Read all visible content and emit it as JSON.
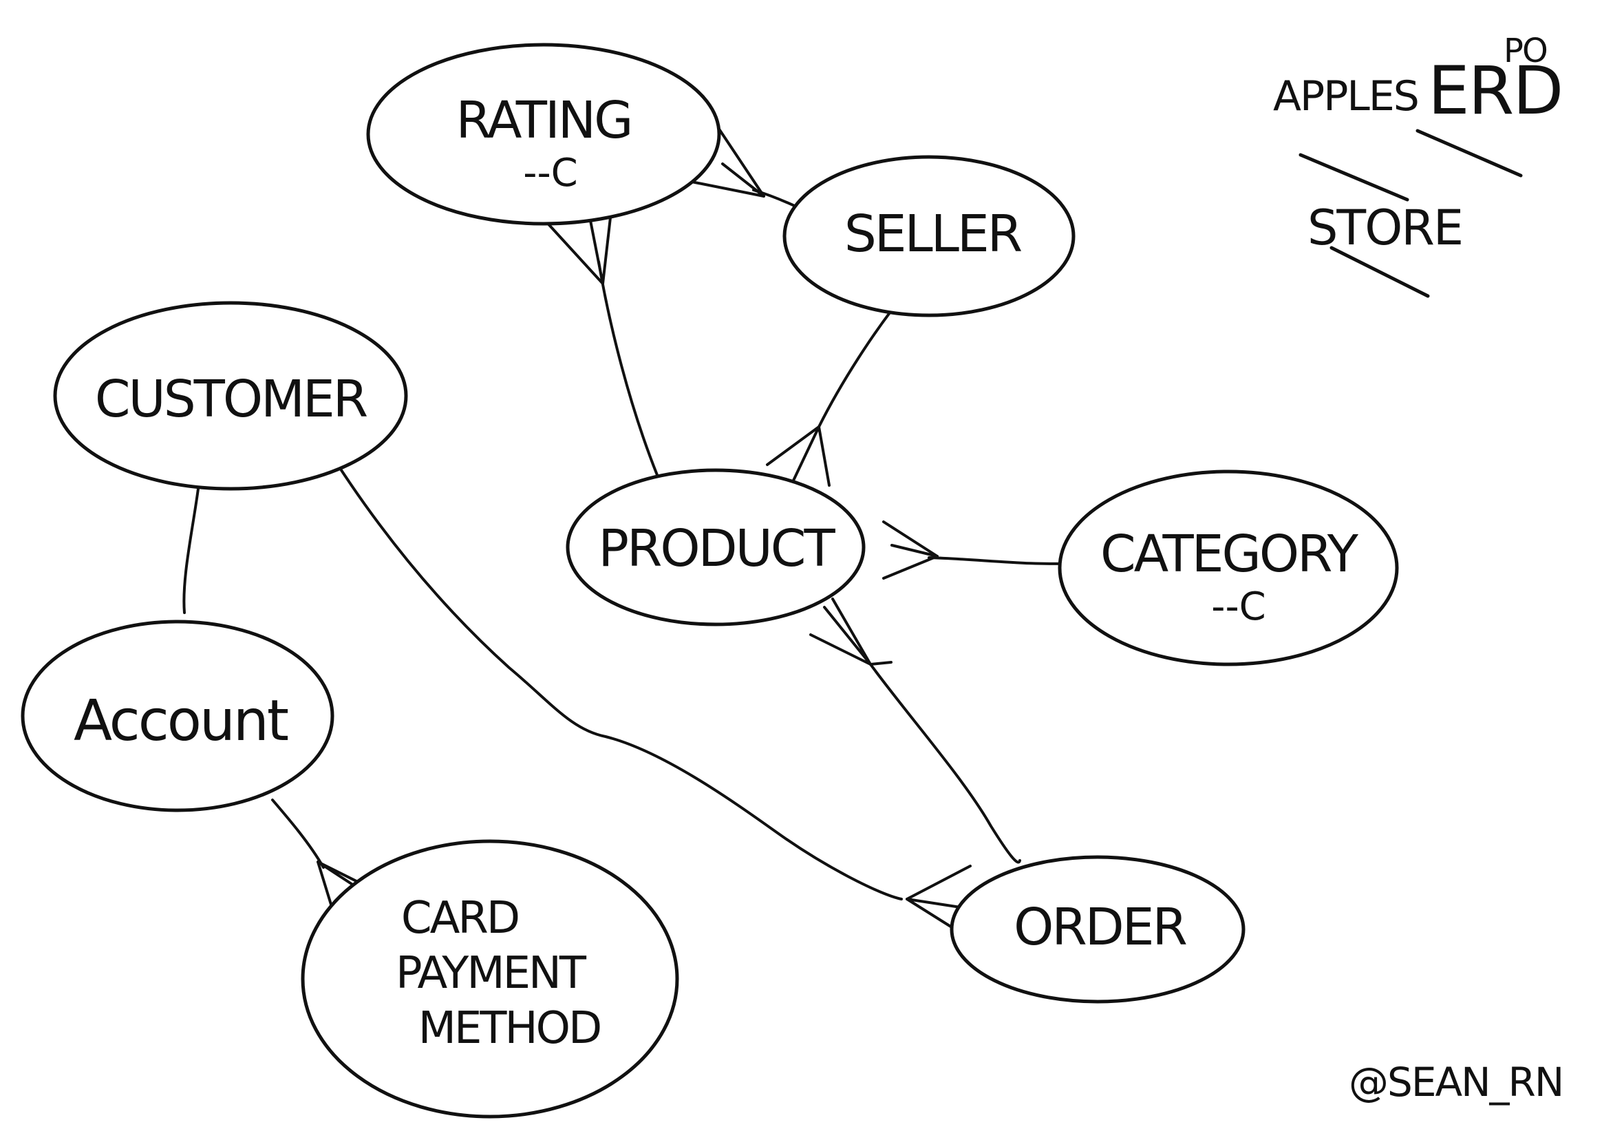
{
  "diagram": {
    "title": "ERD",
    "title_suffix": "PO",
    "subtitle_line1": "APPLES",
    "subtitle_line2": "STORE",
    "credit": "@SEAN_RN",
    "entities": [
      {
        "id": "rating",
        "label": "RATING",
        "sublabel": "--C"
      },
      {
        "id": "seller",
        "label": "SELLER"
      },
      {
        "id": "customer",
        "label": "CUSTOMER"
      },
      {
        "id": "product",
        "label": "PRODUCT"
      },
      {
        "id": "category",
        "label": "CATEGORY",
        "sublabel": "--C"
      },
      {
        "id": "account",
        "label": "Account"
      },
      {
        "id": "card",
        "label_lines": [
          "CARD",
          "PAYMENT",
          "METHOD"
        ]
      },
      {
        "id": "order",
        "label": "ORDER"
      }
    ],
    "relationships": [
      {
        "from": "rating",
        "to": "seller",
        "many_end": "rating"
      },
      {
        "from": "rating",
        "to": "product",
        "many_end": "rating"
      },
      {
        "from": "seller",
        "to": "product",
        "many_end": "product"
      },
      {
        "from": "customer",
        "to": "account"
      },
      {
        "from": "customer",
        "to": "order",
        "many_end": "order"
      },
      {
        "from": "product",
        "to": "category",
        "many_end": "product"
      },
      {
        "from": "product",
        "to": "order",
        "many_end": "product"
      },
      {
        "from": "account",
        "to": "card",
        "many_end": "card"
      }
    ]
  }
}
